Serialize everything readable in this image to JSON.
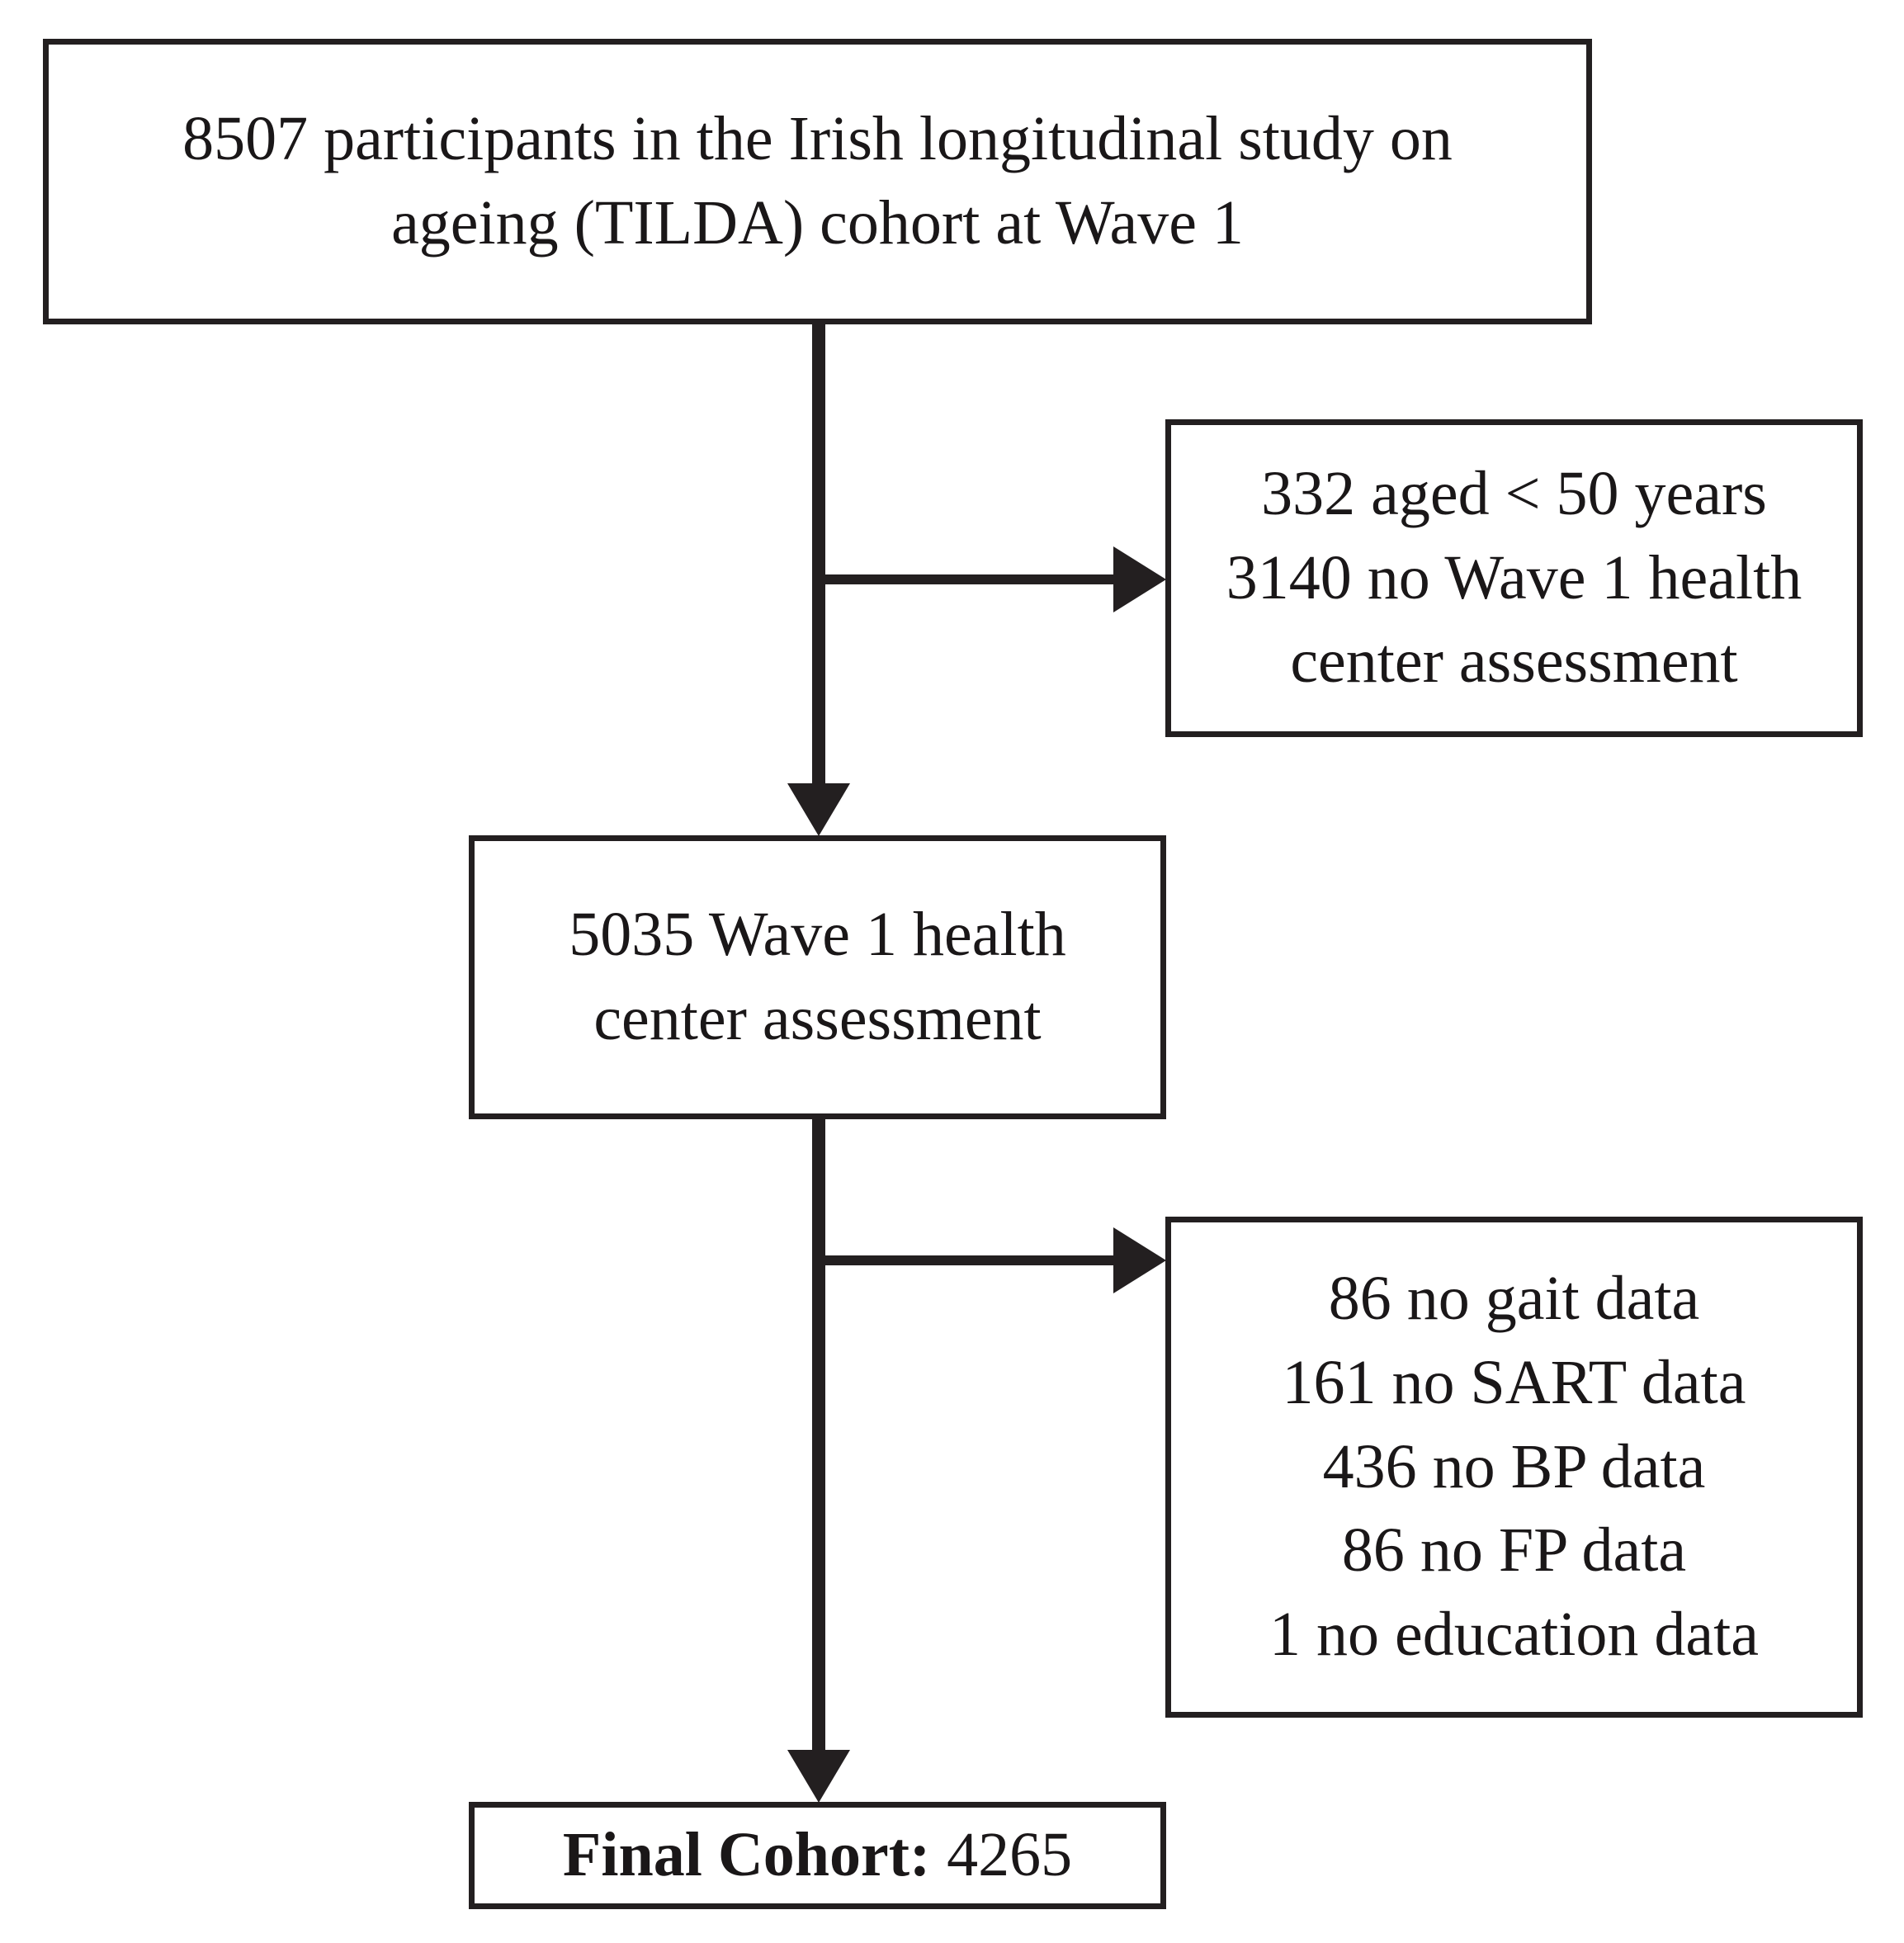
{
  "diagram": {
    "type": "participant-flow-chart",
    "title": "TILDA Wave 1 participant flow",
    "accent_color": "#231f20",
    "background_color": "#ffffff",
    "nodes": {
      "cohort_start": {
        "lines": [
          "8507 participants in the Irish longitudinal study on",
          "ageing (TILDA) cohort at Wave 1"
        ],
        "count": 8507
      },
      "exclusion_1": {
        "lines": [
          "332 aged < 50 years",
          "3140 no Wave 1 health",
          "center assessment"
        ],
        "items": [
          {
            "count": 332,
            "reason": "aged < 50 years"
          },
          {
            "count": 3140,
            "reason": "no Wave 1 health center assessment"
          }
        ]
      },
      "wave1_assessment": {
        "lines": [
          "5035 Wave 1 health",
          "center assessment"
        ],
        "count": 5035
      },
      "exclusion_2": {
        "lines": [
          "86 no gait data",
          "161 no SART data",
          "436 no BP data",
          "86 no FP data",
          "1 no education data"
        ],
        "items": [
          {
            "count": 86,
            "reason": "no gait data"
          },
          {
            "count": 161,
            "reason": "no SART data"
          },
          {
            "count": 436,
            "reason": "no BP data"
          },
          {
            "count": 86,
            "reason": "no FP data"
          },
          {
            "count": 1,
            "reason": "no education data"
          }
        ]
      },
      "final_cohort": {
        "label": "Final Cohort:",
        "value": "4265",
        "count": 4265
      }
    },
    "connectors": [
      {
        "from": "cohort_start",
        "to": "wave1_assessment",
        "direction": "down",
        "arrow": true
      },
      {
        "from": "cohort_start",
        "to": "exclusion_1",
        "direction": "right",
        "arrow": true
      },
      {
        "from": "wave1_assessment",
        "to": "final_cohort",
        "direction": "down",
        "arrow": true
      },
      {
        "from": "wave1_assessment",
        "to": "exclusion_2",
        "direction": "right",
        "arrow": true
      }
    ]
  }
}
